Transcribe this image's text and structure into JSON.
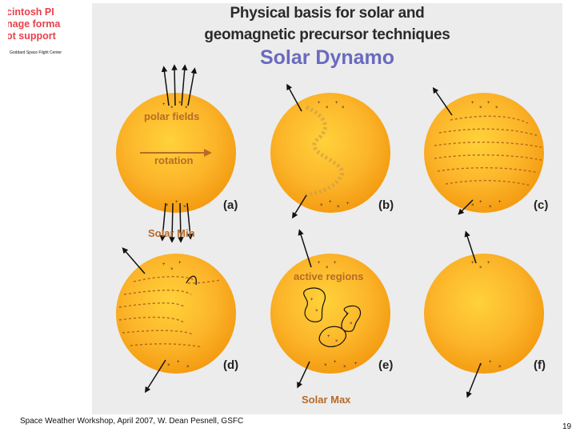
{
  "broken_image": {
    "lines": [
      "cintosh PI",
      "nage forma",
      "ot support"
    ]
  },
  "org_label": "Goddard Space Flight Center",
  "figure": {
    "title_line1": "Physical basis for solar and",
    "title_line2": "geomagnetic precursor techniques",
    "subtitle": "Solar Dynamo",
    "labels": {
      "polar_fields": "polar fields",
      "rotation": "rotation",
      "solar_min": "Solar Min",
      "active_regions": "active regions",
      "solar_max": "Solar Max",
      "a": "(a)",
      "b": "(b)",
      "c": "(c)",
      "d": "(d)",
      "e": "(e)",
      "f": "(f)"
    },
    "colors": {
      "sun_core": "#ffd23a",
      "sun_edge": "#f39a10",
      "label": "#b86a28",
      "field_line": "#b5651d",
      "bg": "#ececec"
    }
  },
  "footer": "Space Weather Workshop, April 2007, W. Dean Pesnell, GSFC",
  "page_number": "19"
}
